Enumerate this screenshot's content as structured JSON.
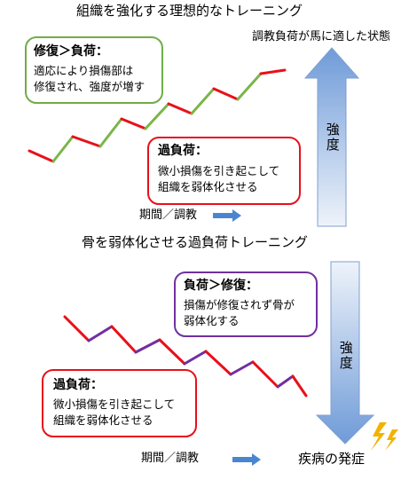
{
  "top": {
    "title": "組織を強化する理想的なトレーニング",
    "goal_label": "調教負荷が馬に適した状態",
    "arrow_label": "強度",
    "axis_label": "期間／調教",
    "box_green": {
      "title": "修復＞負荷：",
      "line1": "適応により損傷部は",
      "line2": "修復され、強度が増す"
    },
    "box_red": {
      "title": "過負荷：",
      "line1": "微小損傷を引き起こして",
      "line2": "組織を弱体化させる"
    }
  },
  "bottom": {
    "title": "骨を弱体化させる過負荷トレーニング",
    "arrow_label": "強度",
    "axis_label": "期間／調教",
    "result_label": "疾病の発症",
    "box_purple": {
      "title": "負荷＞修復：",
      "line1": "損傷が修復されず骨が",
      "line2": "弱体化する"
    },
    "box_red": {
      "title": "過負荷：",
      "line1": "微小損傷を引き起こして",
      "line2": "組織を弱体化させる"
    }
  },
  "colors": {
    "overload": "#e8101a",
    "repair": "#7ab648",
    "weaken": "#7030a0",
    "green_border": "#70ad47",
    "red_border": "#e8101a",
    "purple_border": "#7030a0",
    "arrow_light": "#dbe6f4",
    "arrow_dark": "#6f9bd8",
    "small_arrow": "#4a86d0",
    "lightning": "#f0b400"
  },
  "icons": [
    "lightning-icon"
  ]
}
